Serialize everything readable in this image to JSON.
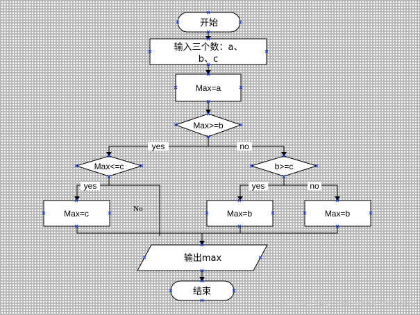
{
  "nodes": {
    "start": "开始",
    "input_line1": "输入三个数：a、",
    "input_line2": "b、c",
    "assign_a": "Max=a",
    "cond_main": "Max>=b",
    "cond_left": "Max<=c",
    "cond_right": "b>=c",
    "assign_c": "Max=c",
    "assign_b1": "Max=b",
    "assign_b2": "Max=b",
    "output": "输出max",
    "end": "结束"
  },
  "labels": {
    "main_yes": "yes",
    "main_no": "no",
    "left_yes": "yes",
    "left_no": "No",
    "right_yes": "yes",
    "right_no": "no"
  },
  "watermark": "https://blog.csdn.net/SqrsCbrOnly"
}
